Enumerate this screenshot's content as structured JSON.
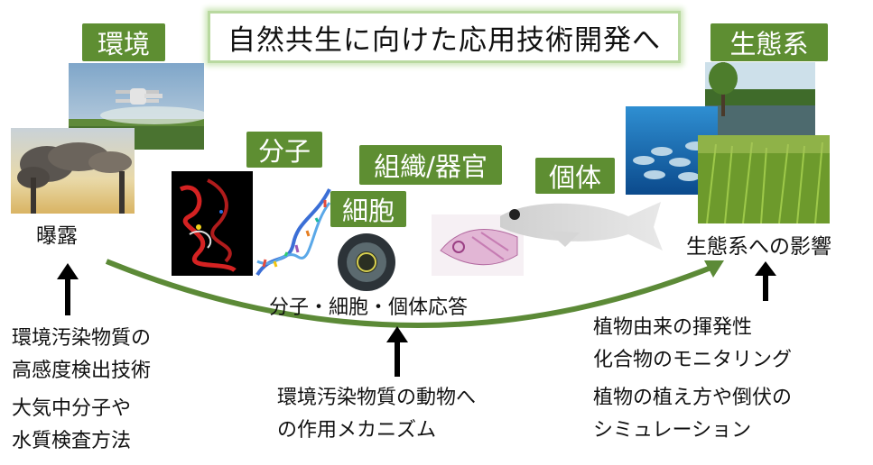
{
  "title": "自然共生に向けた応用技術開発へ",
  "tags": {
    "environment": "環境",
    "molecule": "分子",
    "cell": "細胞",
    "tissue": "組織/器官",
    "individual": "個体",
    "ecosystem": "生態系"
  },
  "labels": {
    "exposure": "曝露",
    "ecosystem_effect": "生態系への影響",
    "responses": "分子・細胞・個体応答"
  },
  "notes": {
    "left_1a": "環境汚染物質の",
    "left_1b": "高感度検出技術",
    "left_2a": "大気中分子や",
    "left_2b": "水質検査方法",
    "center_a": "環境汚染物質の動物へ",
    "center_b": "の作用メカニズム",
    "right_1a": "植物由来の揮発性",
    "right_1b": "化合物のモニタリング",
    "right_2a": "植物の植え方や倒伏の",
    "right_2b": "シミュレーション"
  },
  "colors": {
    "tag_green": "#5e8e32",
    "arrow_green": "#5c8a37"
  }
}
